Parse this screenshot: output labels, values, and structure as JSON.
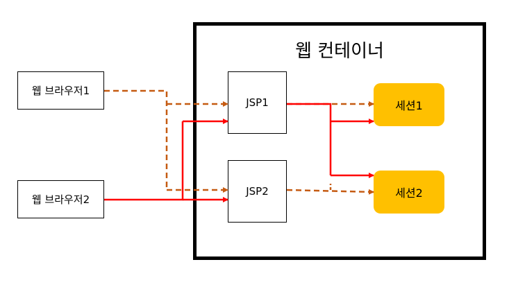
{
  "container": {
    "title": "웹 컨테이너"
  },
  "browsers": [
    {
      "label": "웹 브라우저1"
    },
    {
      "label": "웹 브라우저2"
    }
  ],
  "jsps": [
    {
      "label": "JSP1"
    },
    {
      "label": "JSP2"
    }
  ],
  "sessions": [
    {
      "label": "세션1"
    },
    {
      "label": "세션2"
    }
  ],
  "colors": {
    "session_fill": "#ffc000",
    "solid_arrow": "#ff0000",
    "dashed_arrow": "#c55a11"
  }
}
